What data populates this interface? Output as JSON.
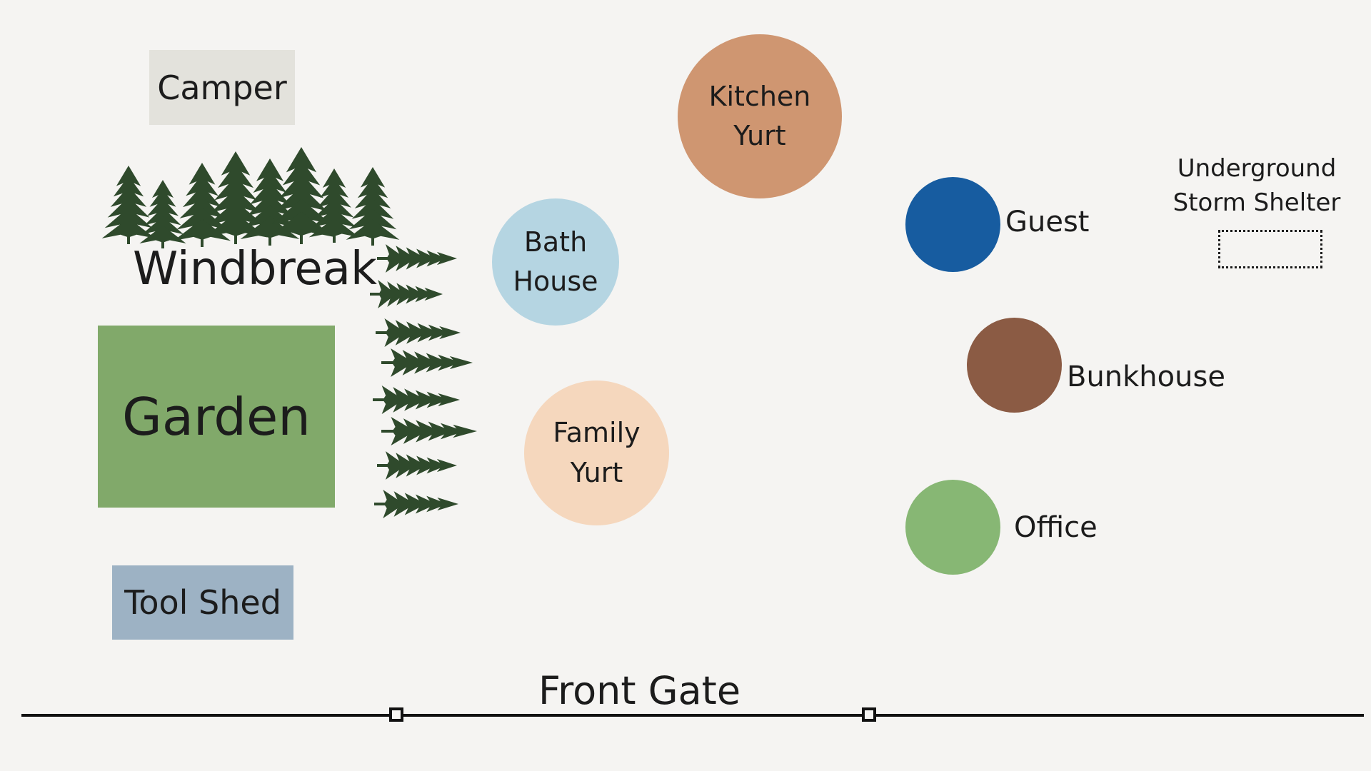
{
  "structures": {
    "camper": {
      "label": "Camper",
      "color": "#e3e2dc"
    },
    "garden": {
      "label": "Garden",
      "color": "#81a96a"
    },
    "tool_shed": {
      "label": "Tool Shed",
      "color": "#9db2c4"
    },
    "windbreak": {
      "label": "Windbreak",
      "tree_color": "#2f4a2c"
    },
    "bath_house": {
      "line1": "Bath",
      "line2": "House",
      "color": "#b5d5e2"
    },
    "family_yurt": {
      "line1": "Family",
      "line2": "Yurt",
      "color": "#f5d7bd"
    },
    "kitchen_yurt": {
      "line1": "Kitchen",
      "line2": "Yurt",
      "color": "#cf9671"
    },
    "guest": {
      "label": "Guest",
      "color": "#175ca0"
    },
    "bunkhouse": {
      "label": "Bunkhouse",
      "color": "#8b5b44"
    },
    "office": {
      "label": "Office",
      "color": "#87b774"
    },
    "storm_shelter": {
      "line1": "Underground",
      "line2": "Storm Shelter"
    }
  },
  "front_gate": {
    "label": "Front Gate",
    "line_color": "#111111"
  }
}
